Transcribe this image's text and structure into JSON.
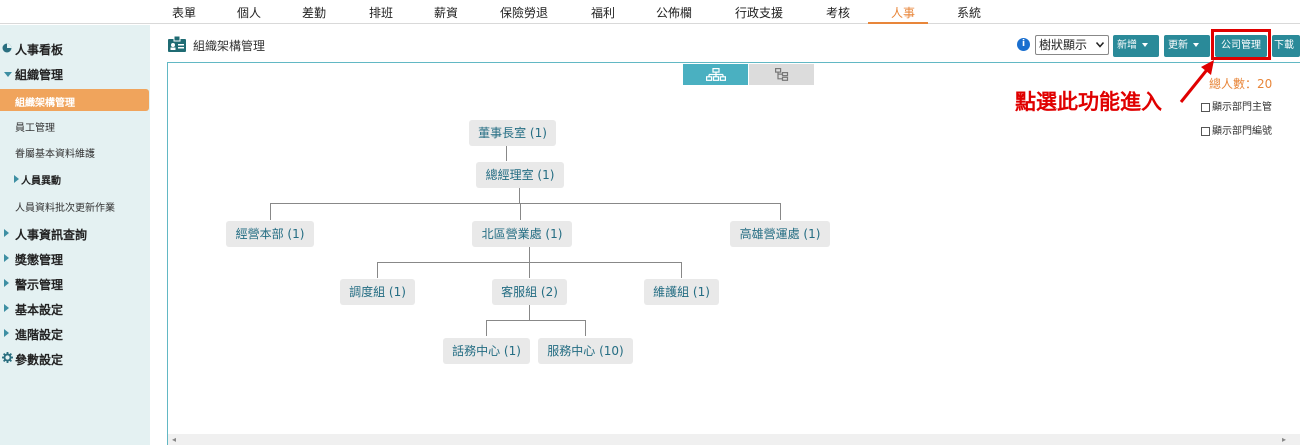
{
  "topnav": {
    "items": [
      "表單",
      "個人",
      "差勤",
      "排班",
      "薪資",
      "保險勞退",
      "福利",
      "公佈欄",
      "行政支援",
      "考核",
      "人事",
      "系統"
    ],
    "active_index": 10
  },
  "sidebar": {
    "items": [
      {
        "label": "人事看板"
      },
      {
        "label": "組織管理"
      },
      {
        "label": "組織架構管理"
      },
      {
        "label": "員工管理"
      },
      {
        "label": "眷屬基本資料維護"
      },
      {
        "label": "人員異動"
      },
      {
        "label": "人員資料批次更新作業"
      },
      {
        "label": "人事資訊查詢"
      },
      {
        "label": "獎懲管理"
      },
      {
        "label": "警示管理"
      },
      {
        "label": "基本設定"
      },
      {
        "label": "進階設定"
      },
      {
        "label": "參數設定"
      }
    ],
    "active_index": 2
  },
  "page": {
    "title": "組織架構管理"
  },
  "toolbar": {
    "view_select": "樹狀顯示",
    "add_label": "新增",
    "update_label": "更新",
    "company_label": "公司管理",
    "download_label": "下載"
  },
  "right_panel": {
    "total": "總人數：20",
    "show_manager": "顯示部門主管",
    "show_dept_code": "顯示部門編號"
  },
  "annotation": {
    "note": "點選此功能進入"
  },
  "org": {
    "chairman": "董事長室 (1)",
    "gm": "總經理室 (1)",
    "business": "經營本部 (1)",
    "north": "北區營業處 (1)",
    "kaohsiung": "高雄營運處 (1)",
    "dispatch": "調度組 (1)",
    "service": "客服組 (2)",
    "maintenance": "維護組 (1)",
    "callcenter": "話務中心 (1)",
    "servicecenter": "服務中心 (10)"
  },
  "colors": {
    "accent": "#e8863a",
    "teal": "#2a8a99",
    "highlight": "#e00000",
    "sidebar_bg": "#e4f1f2"
  }
}
